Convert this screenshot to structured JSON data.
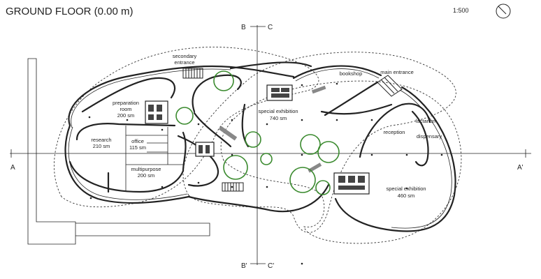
{
  "title": "GROUND FLOOR (0.00 m)",
  "scale": "1:500",
  "north_icon": "north-arrow-icon",
  "section_marks": {
    "a_left": "A",
    "a_right": "A'",
    "b_top": "B",
    "c_top": "C",
    "b_bottom": "B'",
    "c_bottom": "C'"
  },
  "rooms": {
    "secondary_entrance": "secondary",
    "secondary_entrance_2": "entrance",
    "bookshop": "bookshop",
    "main_entrance": "main entrance",
    "preparation_1": "preparation",
    "preparation_2": "room",
    "preparation_3": "200 sm",
    "special_exhibition_a_1": "special exhibition",
    "special_exhibition_a_2": "740 sm",
    "research_1": "research",
    "research_2": "210 sm",
    "office_1": "office",
    "office_2": "115 sm",
    "multipurpose_1": "multipurpose",
    "multipurpose_2": "200 sm",
    "reception": "reception",
    "lactarium": "lactarium",
    "dispensary": "dispensary",
    "special_exhibition_b_1": "special exhibition",
    "special_exhibition_b_2": "460 sm"
  },
  "colors": {
    "tree_outline": "#3a8a2e",
    "linework": "#222222"
  }
}
